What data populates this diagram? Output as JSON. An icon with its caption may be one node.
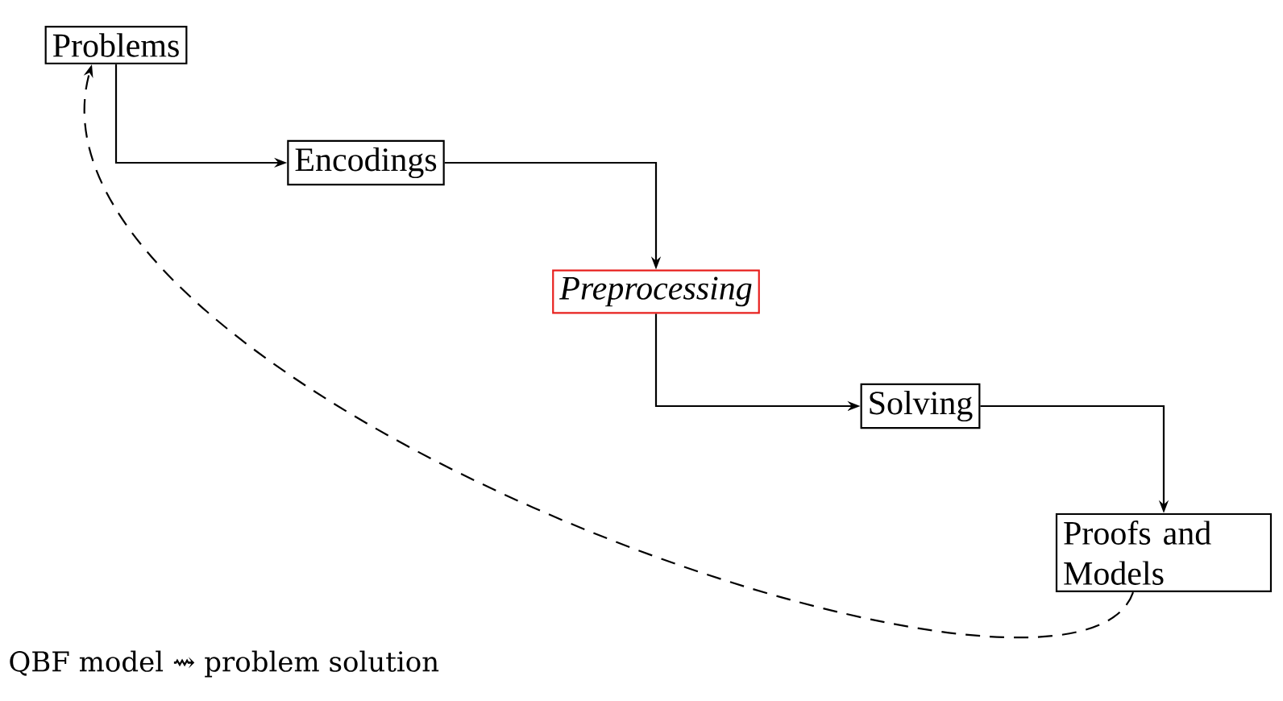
{
  "diagram": {
    "nodes": [
      {
        "text": [
          "Problems"
        ]
      },
      {
        "text": [
          "Encodings"
        ]
      },
      {
        "text": [
          "Preprocessing"
        ]
      },
      {
        "text": [
          "Solving"
        ]
      },
      {
        "text": [
          "Proofs and Models"
        ]
      }
    ],
    "edges": [
      {
        "from": 0,
        "to": 1,
        "arrow": "to"
      },
      {
        "from": 1,
        "to": 2,
        "arrow": "to"
      },
      {
        "from": 2,
        "to": 3,
        "arrow": "to"
      },
      {
        "from": 3,
        "to": 4,
        "arrow": "to"
      },
      {
        "from": 4,
        "to": 0,
        "arrow": "to",
        "style": "dashed"
      }
    ],
    "labels": [
      "QBF model ⇝ problem solution"
    ]
  }
}
